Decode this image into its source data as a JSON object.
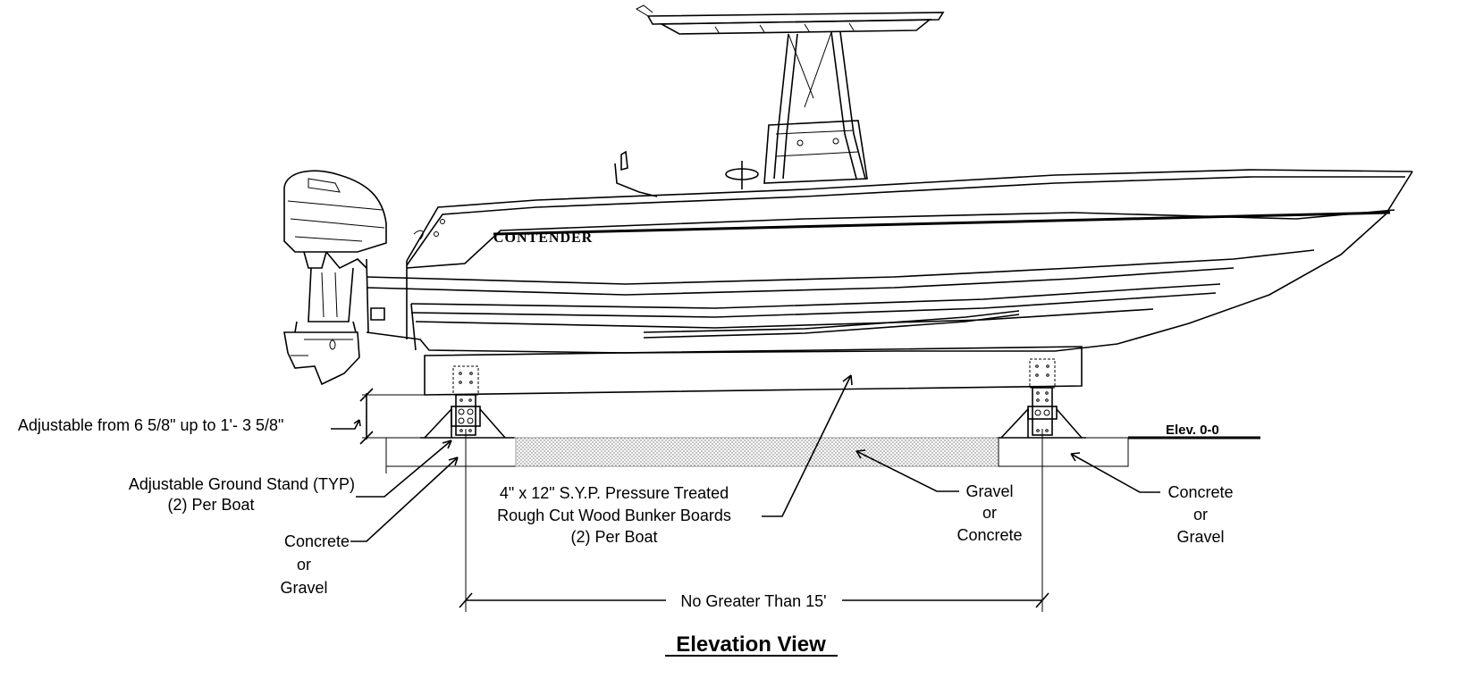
{
  "title": "Elevation View",
  "brand_text": "CONTENDER",
  "labels": {
    "adjustable_range": "Adjustable from 6 5/8\" up to 1'- 3 5/8\"",
    "ground_stand_line1": "Adjustable Ground Stand (TYP)",
    "ground_stand_line2": "(2) Per Boat",
    "left_base_line1": "Concrete",
    "left_base_line2": "or",
    "left_base_line3": "Gravel",
    "bunker_line1": "4\" x 12\" S.Y.P. Pressure Treated",
    "bunker_line2": "Rough Cut Wood Bunker Boards",
    "bunker_line3": "(2) Per Boat",
    "center_fill_line1": "Gravel",
    "center_fill_line2": "or",
    "center_fill_line3": "Concrete",
    "right_base_line1": "Concrete",
    "right_base_line2": "or",
    "right_base_line3": "Gravel",
    "elevation": "Elev. 0-0",
    "max_spacing": "No Greater Than 15'"
  }
}
